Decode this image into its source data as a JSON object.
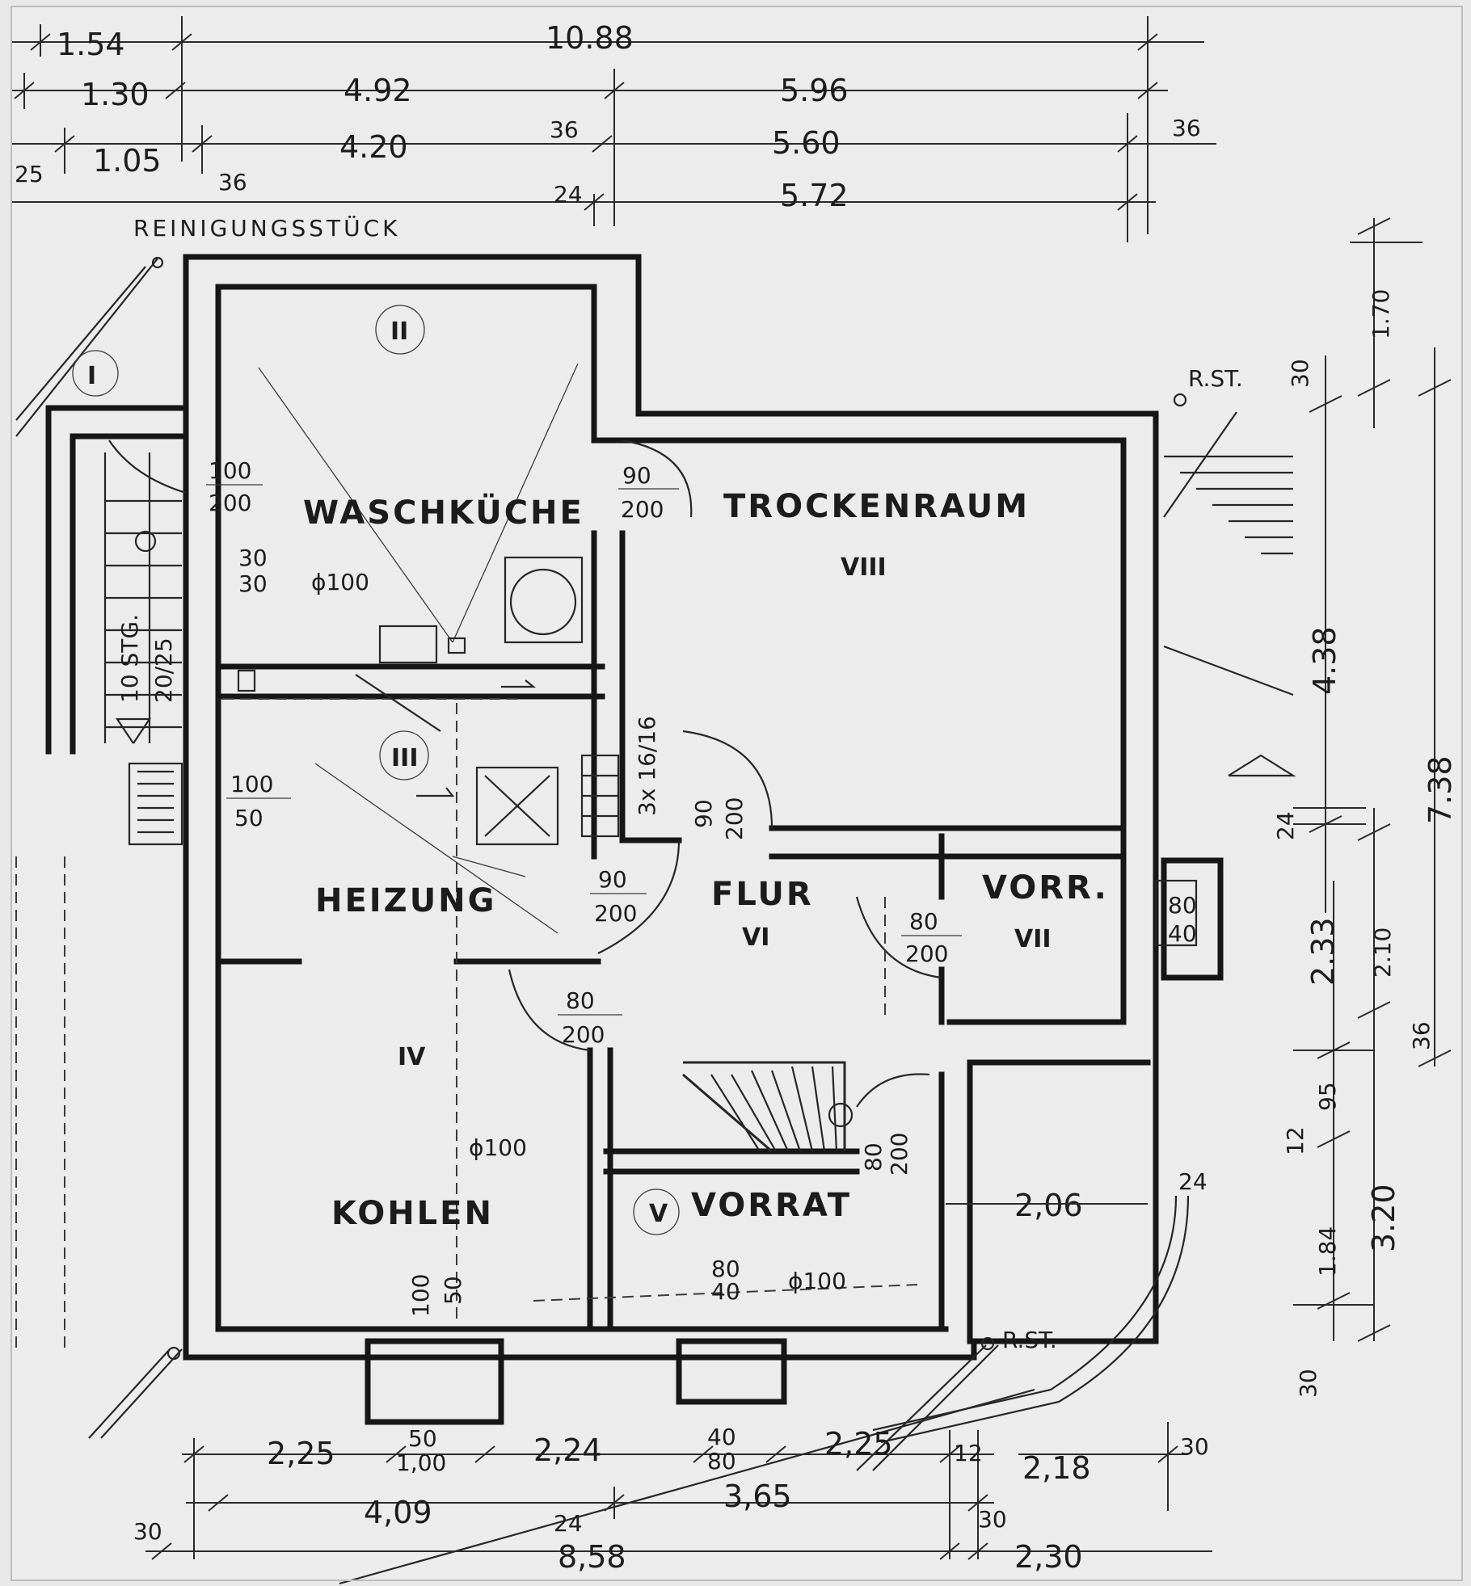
{
  "rooms": {
    "waschkueche": "WASCHKÜCHE",
    "trockenraum": "TROCKENRAUM",
    "heizung": "HEIZUNG",
    "flur": "FLUR",
    "vorr": "VORR.",
    "kohlen": "KOHLEN",
    "vorrat": "VORRAT"
  },
  "roman_numerals": {
    "r1": "I",
    "r2": "II",
    "r3": "III",
    "r4": "IV",
    "r5": "V",
    "r6": "VI",
    "r7": "VII",
    "r8": "VIII"
  },
  "labels": {
    "reinigung": "REINIGUNGSSTÜCK",
    "rst_top": "R.ST.",
    "rst_bottom": "R.ST.",
    "stairs_left": "10 STG.",
    "stairs_left_2": "20/25",
    "shaft": "3x 16/16",
    "pipe1": "ϕ100",
    "pipe2": "ϕ100",
    "pipe3": "ϕ100"
  },
  "openings": {
    "o1_top": "100",
    "o1_bot": "200",
    "o2_top": "90",
    "o2_bot": "200",
    "o3_top": "30",
    "o3_bot": "30",
    "o4_top": "100",
    "o4_bot": "50",
    "o5_top": "90",
    "o5_bot": "200",
    "o6_top": "90",
    "o6_bot": "200",
    "o7_top": "80",
    "o7_bot": "200",
    "o8_top": "80",
    "o8_bot": "200",
    "o9_top": "80",
    "o9_bot": "40",
    "o10_top": "80",
    "o10_bot": "200",
    "o11_top": "100",
    "o11_bot": "50",
    "o12_top": "50",
    "o12_bot": "1,00",
    "o13_top": "40",
    "o13_bot": "80",
    "o14_top": "80",
    "o14_bot": "40"
  },
  "dims_top": {
    "d154": "1.54",
    "d1088": "10.88",
    "d130": "1.30",
    "d492": "4.92",
    "d596": "5.96",
    "d25": "25",
    "d105": "1.05",
    "d420": "4.20",
    "d36a": "36",
    "d560": "5.60",
    "d36b": "36",
    "d36c": "36",
    "d24": "24",
    "d572": "5.72"
  },
  "dims_right": {
    "d170": "1.70",
    "d30a": "30",
    "d438": "4.38",
    "d738": "7.38",
    "d24a": "24",
    "d233": "2.33",
    "d210": "2.10",
    "d36": "36",
    "d12": "12",
    "d95": "95",
    "d184": "1.84",
    "d320": "3.20",
    "d30b": "30",
    "d24b": "24",
    "d206": "2,06"
  },
  "dims_bottom": {
    "d225a": "2,25",
    "d224": "2,24",
    "d225b": "2,25",
    "d12": "12",
    "d218": "2,18",
    "d30a": "30",
    "d409": "4,09",
    "d365": "3,65",
    "d30b": "30",
    "d30c": "30",
    "d24": "24",
    "d858": "8,58",
    "d230": "2,30"
  }
}
